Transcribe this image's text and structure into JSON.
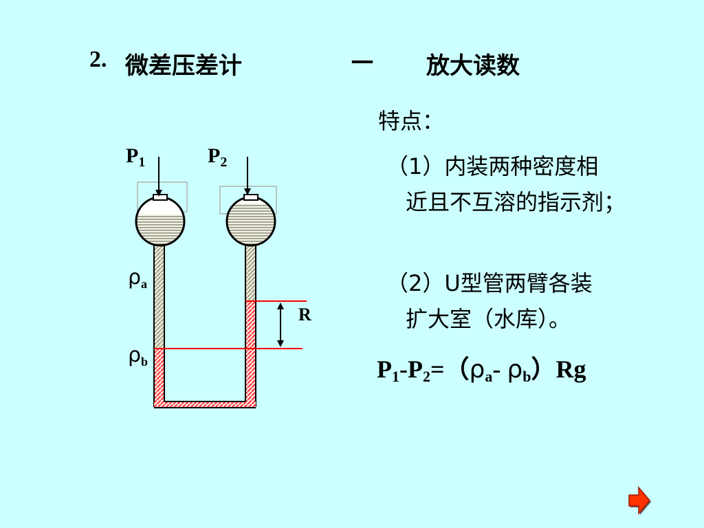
{
  "title": {
    "number": "2.",
    "text": "微差压差计",
    "dash": "—",
    "subtitle": "放大读数"
  },
  "features": {
    "heading": "特点：",
    "items": [
      {
        "line1": "（1）内装两种密度相",
        "rest": "近且不互溶的指示剂；"
      },
      {
        "line1": "（2）U型管两臂各装",
        "rest": "扩大室（水库）。"
      }
    ]
  },
  "formula": {
    "p1": "P",
    "s1": "1",
    "dash": "-",
    "p2": "P",
    "s2": "2",
    "eq": "=（",
    "rho_a": "ρ",
    "sa": "a",
    "minus": "- ",
    "rho_b": "ρ",
    "sb": "b",
    "close": "）Rg"
  },
  "diagram": {
    "p1": "P",
    "p1_sub": "1",
    "p2": "P",
    "p2_sub": "2",
    "rho_a": "ρ",
    "rho_a_sub": "a",
    "rho_b": "ρ",
    "rho_b_sub": "b",
    "r": "R"
  },
  "colors": {
    "background": "#CCFFFF",
    "tube_fluid_a": "#C8C8B4",
    "tube_fluid_b": "#FF3333",
    "level_line": "#FF0000",
    "next_arrow": "#FF3300"
  },
  "nav": {
    "next_icon": "next-arrow-icon"
  }
}
